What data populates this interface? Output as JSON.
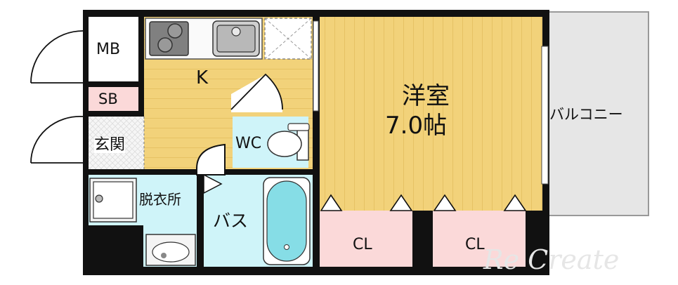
{
  "rooms": {
    "western": {
      "name": "洋室",
      "size": "7.0帖"
    },
    "kitchen": "K",
    "mb": "MB",
    "sb": "SB",
    "entrance": "玄関",
    "wc": "WC",
    "dressing": "脱衣所",
    "bath": "バス",
    "cl1": "CL",
    "cl2": "CL",
    "balcony": "バルコニー"
  },
  "watermark": "Re Create",
  "colors": {
    "wall": "#111111",
    "wood": "#f2d27a",
    "wood_line": "#e2bd5c",
    "wet": "#cff4f9",
    "closet": "#fbd9d9",
    "balcony": "#e6e6e6",
    "tile": "#ececec"
  },
  "icons": [
    "stove-icon",
    "sink-icon",
    "toilet-icon",
    "bathtub-icon",
    "washer-pan-icon",
    "washbasin-icon",
    "refrigerator-space-icon"
  ]
}
